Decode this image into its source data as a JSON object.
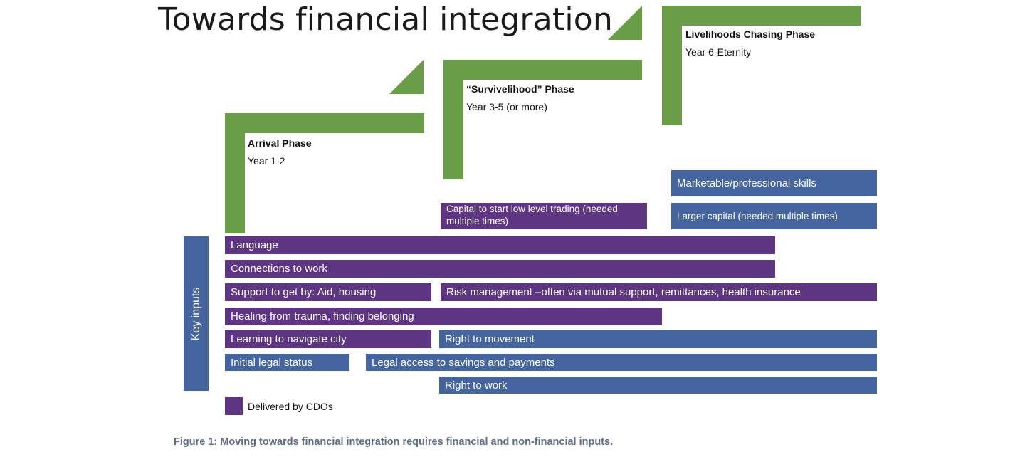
{
  "title": "Towards financial integration",
  "phases": [
    {
      "name": "Arrival Phase",
      "years": "Year 1-2"
    },
    {
      "name": "“Survivelihood” Phase",
      "years": "Year 3-5 (or more)"
    },
    {
      "name": "Livelihoods Chasing Phase",
      "years": "Year 6-Eternity"
    }
  ],
  "key_inputs_label": "Key inputs",
  "inputs": {
    "marketable_skills": "Marketable/professional  skills",
    "capital_low_trading": "Capital to start low level trading (needed multiple times)",
    "larger_capital": "Larger capital (needed multiple times)",
    "language": "Language",
    "connections_to_work": "Connections to work",
    "support_to_get_by": "Support to get by: Aid, housing",
    "risk_management": "Risk management –often via mutual support, remittances, health insurance",
    "healing": "Healing from trauma, finding belonging",
    "learning_city": "Learning to navigate city",
    "right_to_movement": "Right to movement",
    "initial_legal_status": "Initial legal status",
    "legal_access_savings": "Legal access to savings and payments",
    "right_to_work": "Right to work"
  },
  "legend": {
    "label": "Delivered by CDOs",
    "color": "#5e3582"
  },
  "colors": {
    "cdo_purple": "#5e3582",
    "other_blue": "#4465a0",
    "stair_green": "#6a9e46"
  },
  "caption": "Figure 1: Moving towards financial integration requires financial and non-financial inputs."
}
